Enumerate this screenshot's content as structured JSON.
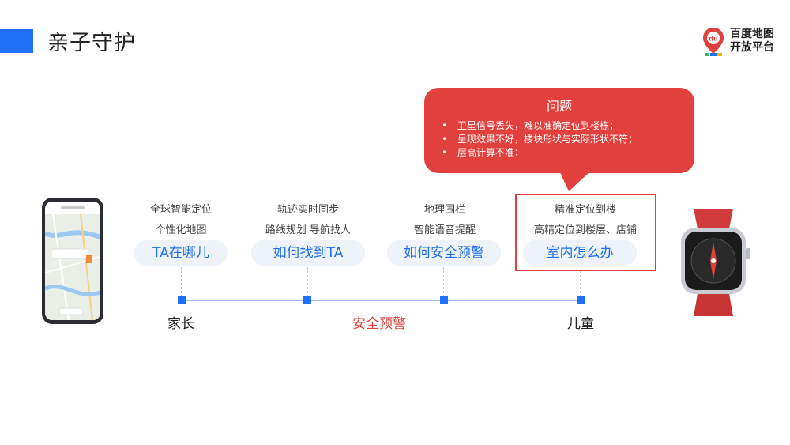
{
  "header": {
    "title": "亲子守护"
  },
  "logo": {
    "line1": "百度地图",
    "line2": "开放平台",
    "badge": "du"
  },
  "problem": {
    "title": "问题",
    "items": [
      "卫星信号丢失，难以准确定位到楼栋；",
      "呈现效果不好，楼块形状与实际形状不符；",
      "层高计算不准；"
    ]
  },
  "features": [
    {
      "line1": "全球智能定位",
      "line2": "个性化地图",
      "pill": "TA在哪儿"
    },
    {
      "line1": "轨迹实时同步",
      "line2": "路线规划 导航找人",
      "pill": "如何找到TA"
    },
    {
      "line1": "地理围栏",
      "line2": "智能语音提醒",
      "pill": "如何安全预警"
    },
    {
      "line1": "精准定位到楼",
      "line2": "高精定位到楼层、店铺",
      "pill": "室内怎么办"
    }
  ],
  "timeline": {
    "left": "家长",
    "middle": "安全预警",
    "right": "儿童"
  },
  "colors": {
    "accent": "#1f6ff2",
    "alert": "#e2403c",
    "pill_bg": "#eef2f9"
  }
}
